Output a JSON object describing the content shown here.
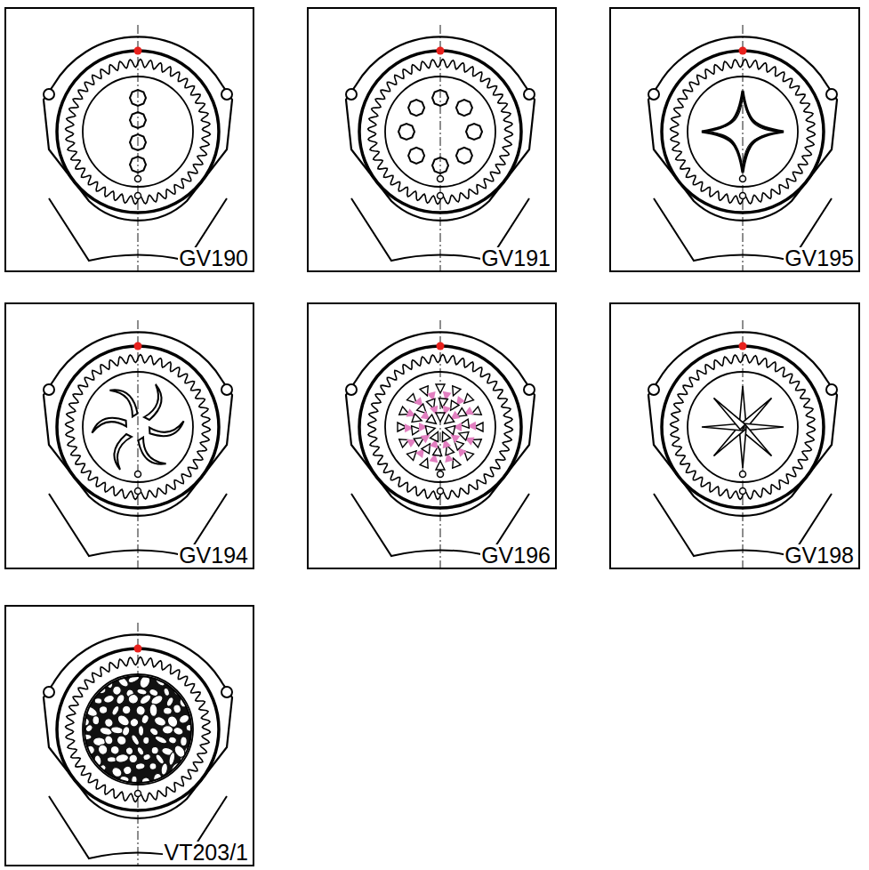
{
  "diagram": {
    "nodes": [
      {
        "text": [
          "GV190"
        ]
      },
      {
        "text": [
          "GV191"
        ]
      },
      {
        "text": [
          "GV195"
        ]
      },
      {
        "text": [
          "GV194"
        ]
      },
      {
        "text": [
          "GV196"
        ]
      },
      {
        "text": [
          "GV198"
        ]
      },
      {
        "text": [
          "VT203/1"
        ]
      }
    ]
  }
}
